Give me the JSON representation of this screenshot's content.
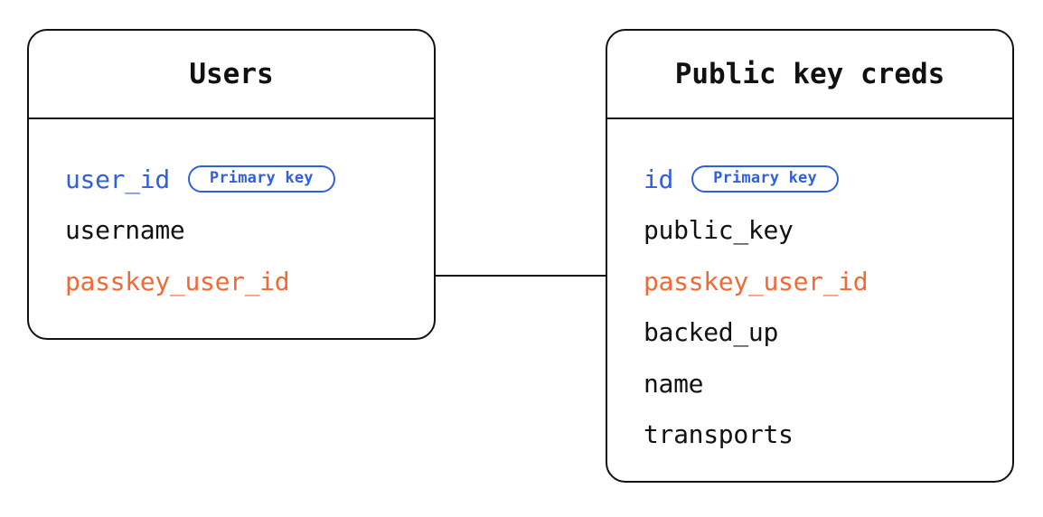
{
  "diagram": {
    "type": "entity-relationship-diagram",
    "background_color": "#ffffff",
    "line_color": "#121212",
    "entities": [
      {
        "id": "users",
        "title": "Users",
        "fields": [
          {
            "name": "user_id",
            "role": "primary-key",
            "badge": "Primary key",
            "color": "#3060dd"
          },
          {
            "name": "username",
            "role": "plain",
            "badge": null,
            "color": "#121212"
          },
          {
            "name": "passkey_user_id",
            "role": "foreign-key",
            "badge": null,
            "color": "#ef6a36"
          }
        ]
      },
      {
        "id": "public_key_creds",
        "title": "Public key creds",
        "fields": [
          {
            "name": "id",
            "role": "primary-key",
            "badge": "Primary key",
            "color": "#3060dd"
          },
          {
            "name": "public_key",
            "role": "plain",
            "badge": null,
            "color": "#121212"
          },
          {
            "name": "passkey_user_id",
            "role": "foreign-key",
            "badge": null,
            "color": "#ef6a36"
          },
          {
            "name": "backed_up",
            "role": "plain",
            "badge": null,
            "color": "#121212"
          },
          {
            "name": "name",
            "role": "plain",
            "badge": null,
            "color": "#121212"
          },
          {
            "name": "transports",
            "role": "plain",
            "badge": null,
            "color": "#121212"
          }
        ]
      }
    ],
    "relationships": [
      {
        "from": "users.passkey_user_id",
        "to": "public_key_creds.passkey_user_id",
        "style": "solid-line"
      }
    ]
  }
}
